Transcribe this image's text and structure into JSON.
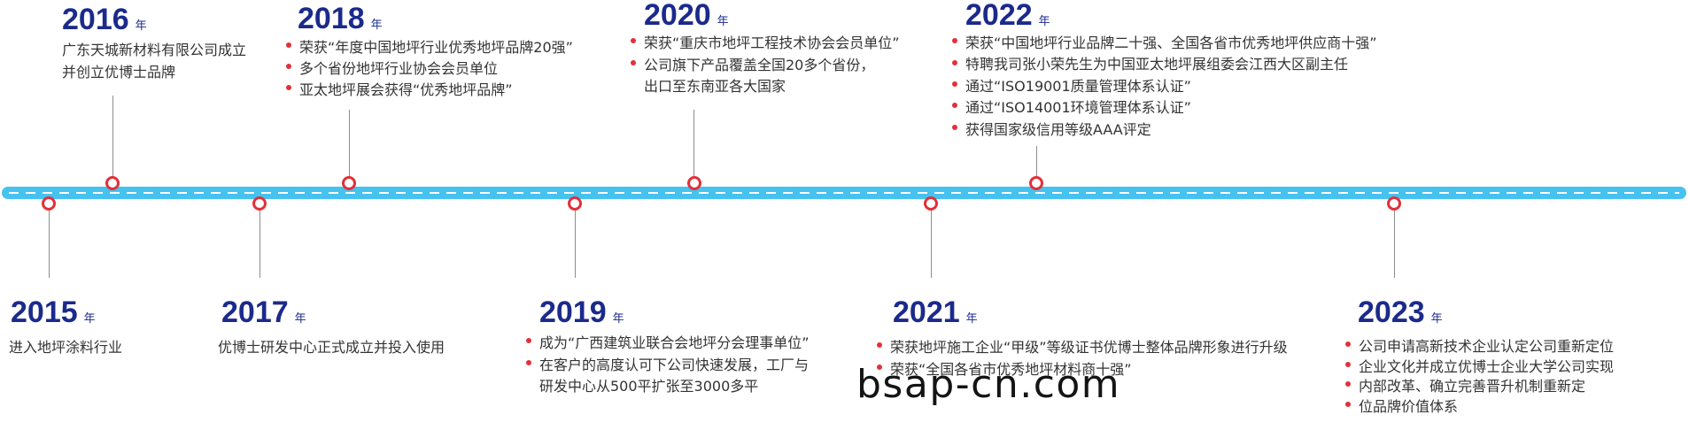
{
  "year_suffix": "年",
  "watermark": "bsap-cn.com",
  "colors": {
    "timeline_bar": "#46c2ef",
    "marker": "#e2303a",
    "year_text": "#1b2a8b",
    "body_text": "#333333"
  },
  "milestones": [
    {
      "year": "2015",
      "items": [
        {
          "lines": [
            "进入地坪涂料行业"
          ]
        }
      ]
    },
    {
      "year": "2016",
      "items": [
        {
          "lines": [
            "广东天城新材料有限公司成立",
            "并创立优博士品牌"
          ]
        }
      ]
    },
    {
      "year": "2017",
      "items": [
        {
          "lines": [
            "优博士研发中心正式成立并投入使用"
          ]
        }
      ]
    },
    {
      "year": "2018",
      "items": [
        {
          "lines": [
            "荣获“年度中国地坪行业优秀地坪品牌20强”"
          ]
        },
        {
          "lines": [
            "多个省份地坪行业协会会员单位"
          ]
        },
        {
          "lines": [
            "亚太地坪展会获得“优秀地坪品牌”"
          ]
        }
      ]
    },
    {
      "year": "2019",
      "items": [
        {
          "lines": [
            "成为“广西建筑业联合会地坪分会理事单位”"
          ]
        },
        {
          "lines": [
            "在客户的高度认可下公司快速发展，工厂与",
            "研发中心从500平扩张至3000多平"
          ]
        }
      ]
    },
    {
      "year": "2020",
      "items": [
        {
          "lines": [
            "荣获“重庆市地坪工程技术协会会员单位”"
          ]
        },
        {
          "lines": [
            "公司旗下产品覆盖全国20多个省份，",
            "出口至东南亚各大国家"
          ]
        }
      ]
    },
    {
      "year": "2021",
      "items": [
        {
          "lines": [
            "荣获地坪施工企业“甲级”等级证书优博士整体品牌形象进行升级"
          ]
        },
        {
          "lines": [
            "荣获“全国各省市优秀地坪材料商十强”"
          ]
        }
      ]
    },
    {
      "year": "2022",
      "items": [
        {
          "lines": [
            "荣获“中国地坪行业品牌二十强、全国各省市优秀地坪供应商十强”"
          ]
        },
        {
          "lines": [
            "特聘我司张小荣先生为中国亚太地坪展组委会江西大区副主任"
          ]
        },
        {
          "lines": [
            "通过“ISO19001质量管理体系认证”"
          ]
        },
        {
          "lines": [
            "通过“ISO14001环境管理体系认证”"
          ]
        },
        {
          "lines": [
            "获得国家级信用等级AAA评定"
          ]
        }
      ]
    },
    {
      "year": "2023",
      "items": [
        {
          "lines": [
            "公司申请高新技术企业认定公司重新定位"
          ]
        },
        {
          "lines": [
            "企业文化并成立优博士企业大学公司实现"
          ]
        },
        {
          "lines": [
            "内部改革、确立完善晋升机制重新定"
          ]
        },
        {
          "lines": [
            "位品牌价值体系"
          ]
        }
      ]
    }
  ]
}
